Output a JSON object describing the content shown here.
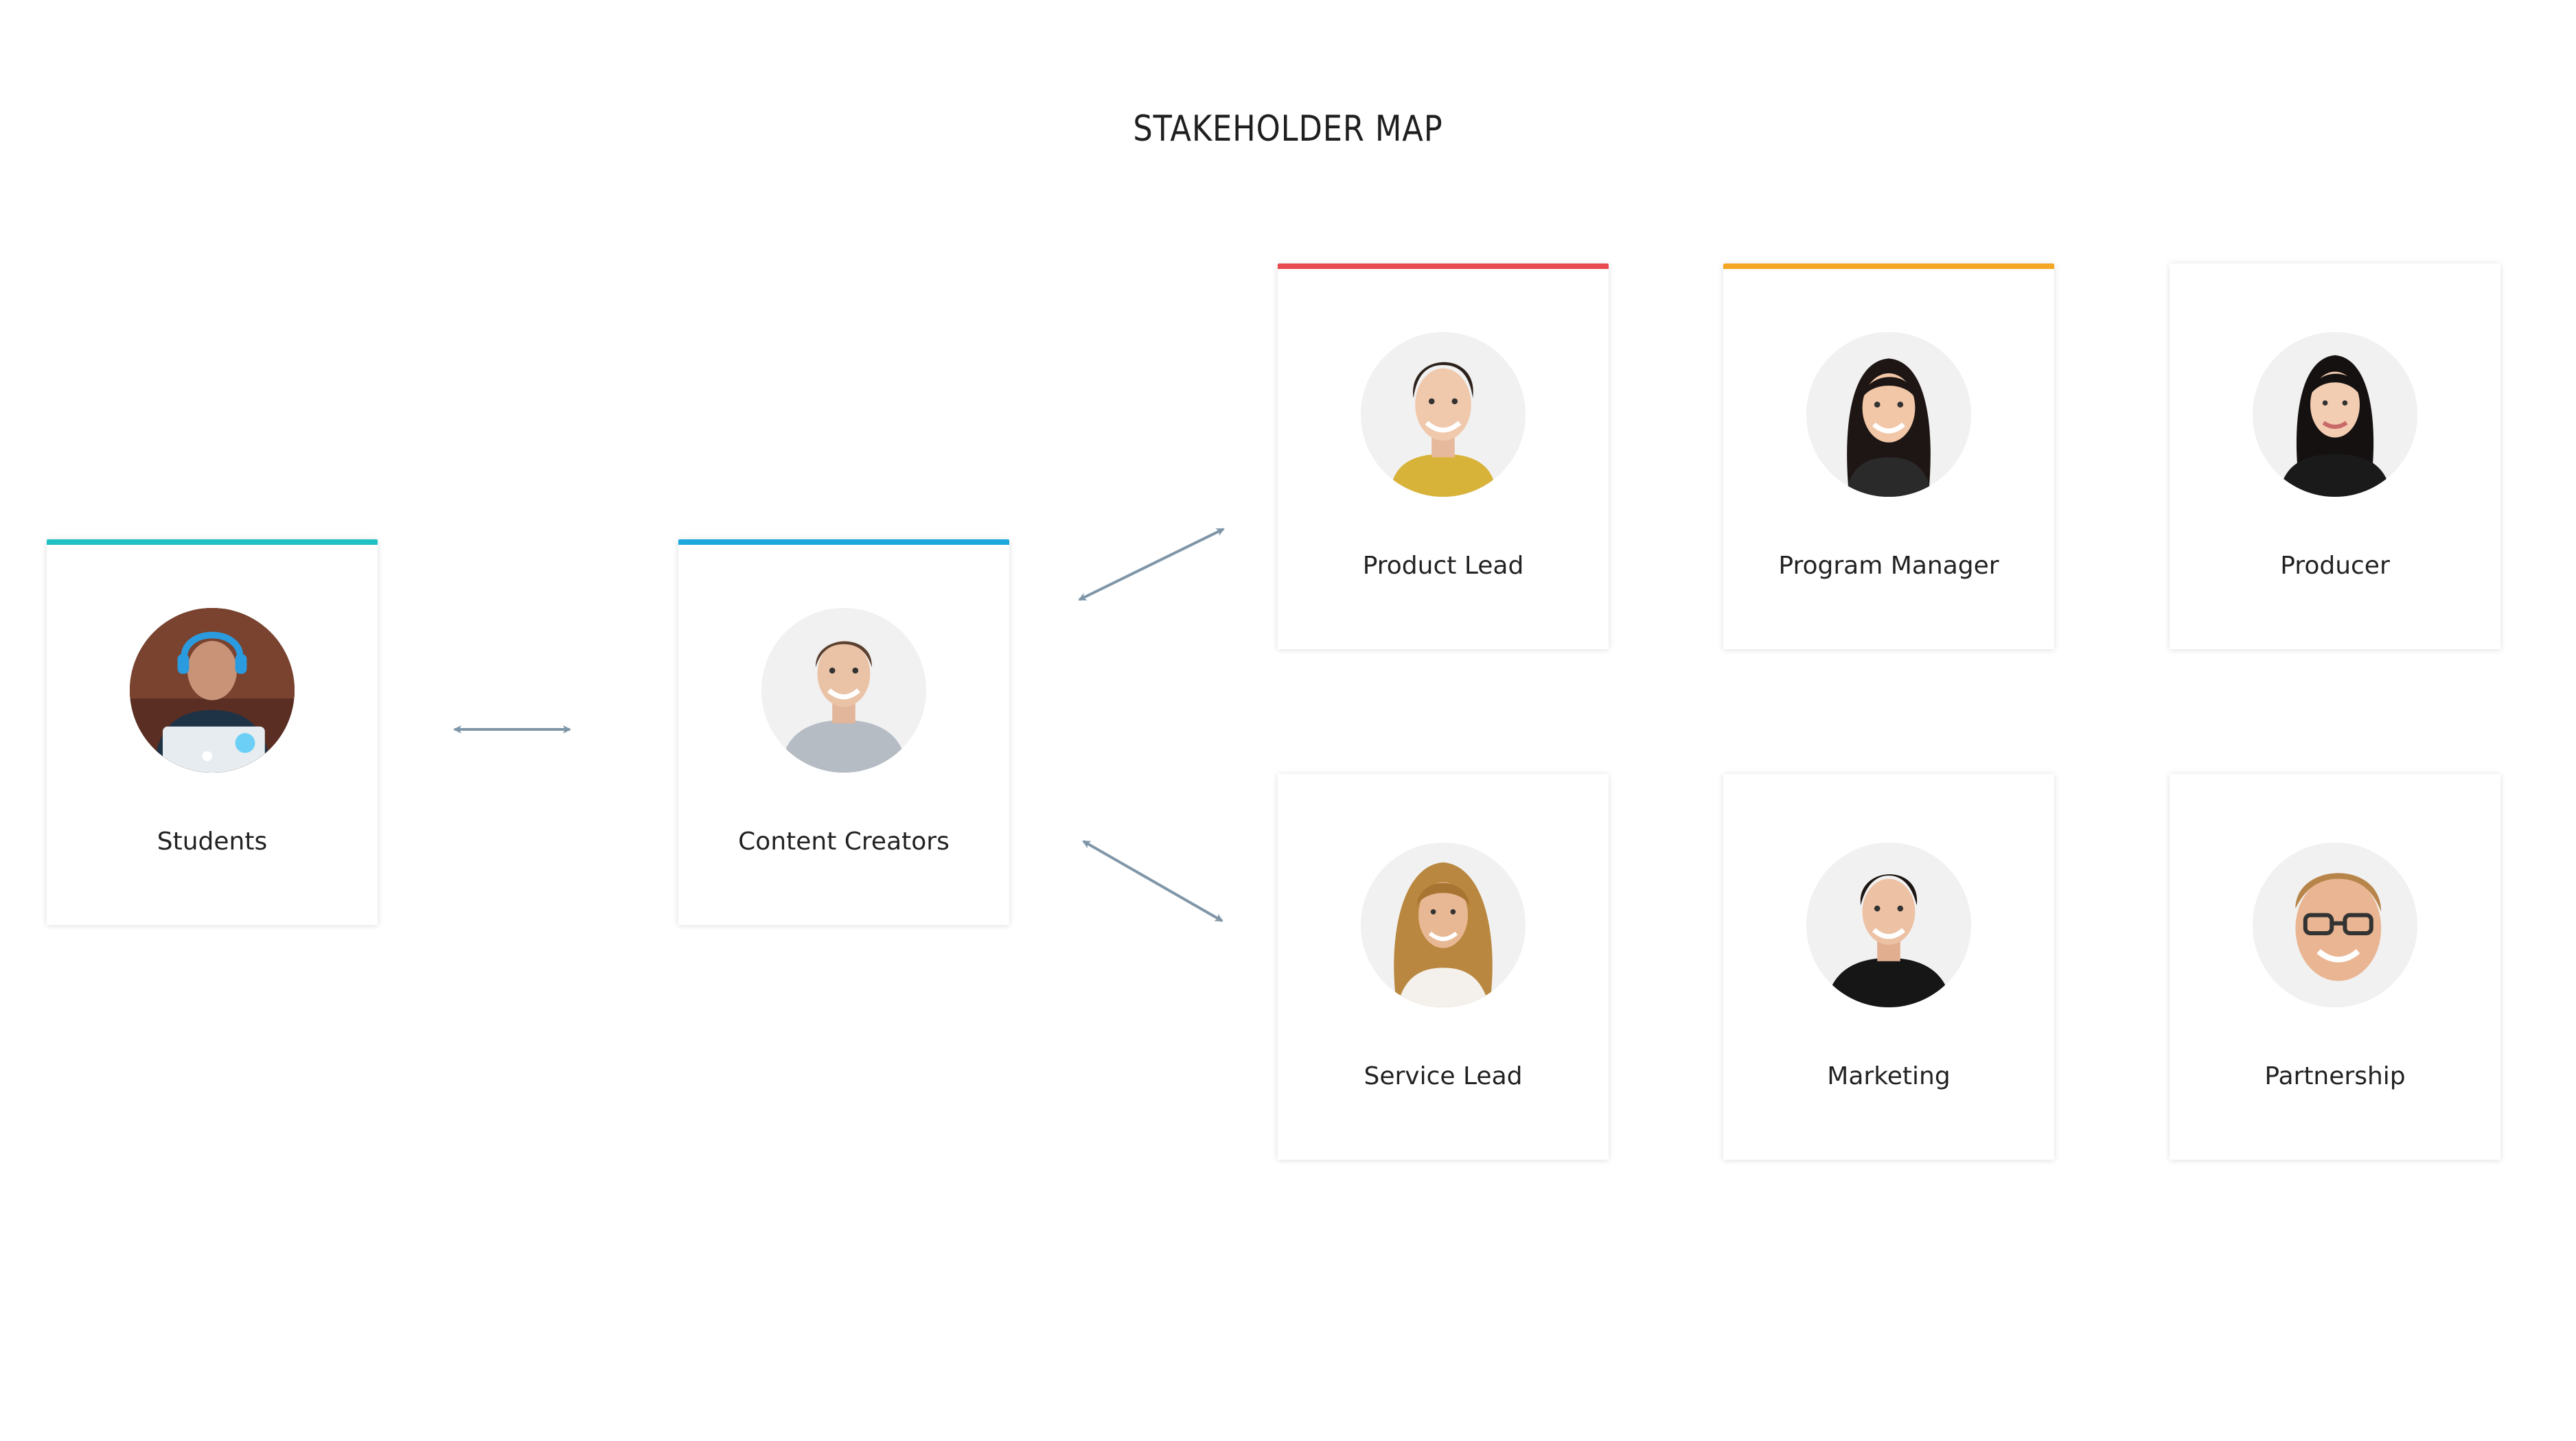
{
  "title": "STAKEHOLDER MAP",
  "colors": {
    "accent_students": "#1fc1c3",
    "accent_creators": "#1ca8dd",
    "accent_product": "#e84a4f",
    "accent_program": "#f5a623",
    "arrow": "#7f96a8"
  },
  "cards": [
    {
      "label": "Students",
      "icon": "student-photo"
    },
    {
      "label": "Content Creators",
      "icon": "content-creator-photo"
    },
    {
      "label": "Product Lead",
      "icon": "product-lead-photo"
    },
    {
      "label": "Program Manager",
      "icon": "program-manager-photo"
    },
    {
      "label": "Producer",
      "icon": "producer-photo"
    },
    {
      "label": "Service Lead",
      "icon": "service-lead-photo"
    },
    {
      "label": "Marketing",
      "icon": "marketing-photo"
    },
    {
      "label": "Partnership",
      "icon": "partnership-photo"
    }
  ]
}
